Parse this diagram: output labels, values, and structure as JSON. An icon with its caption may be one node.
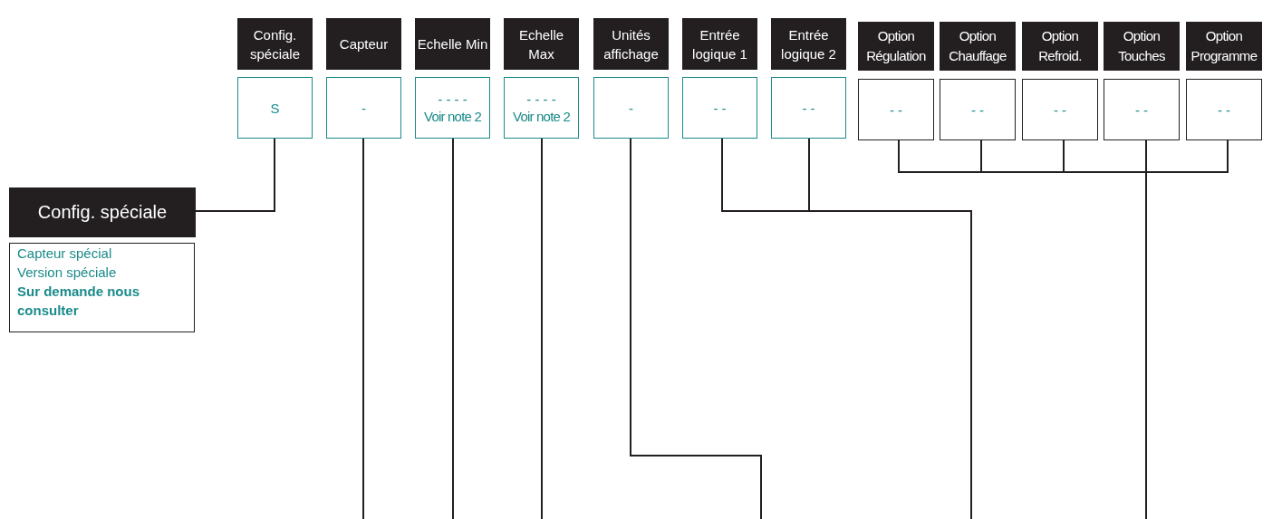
{
  "diagram": {
    "nodes": [
      {
        "text": [
          "Config. spéciale"
        ]
      },
      {
        "text": [
          "Capteur"
        ]
      },
      {
        "text": [
          "Echelle Min"
        ]
      },
      {
        "text": [
          "Echelle Max"
        ]
      },
      {
        "text": [
          "Unités affichage"
        ]
      },
      {
        "text": [
          "Entrée logique 1"
        ]
      },
      {
        "text": [
          "Entrée logique 2"
        ]
      },
      {
        "text": [
          "Option Régulation"
        ]
      },
      {
        "text": [
          "Option Chauffage"
        ]
      },
      {
        "text": [
          "Option Refroid."
        ]
      },
      {
        "text": [
          "Option Touches"
        ]
      },
      {
        "text": [
          "Option Programme"
        ]
      },
      {
        "text": [
          "S"
        ]
      },
      {
        "text": [
          "-"
        ]
      },
      {
        "text": [
          "- - - -",
          "Voir note 2"
        ]
      },
      {
        "text": [
          "- - - -",
          "Voir note 2"
        ]
      },
      {
        "text": [
          "-"
        ]
      },
      {
        "text": [
          "- -"
        ]
      },
      {
        "text": [
          "- -"
        ]
      },
      {
        "text": [
          "- -"
        ]
      },
      {
        "text": [
          "- -"
        ]
      },
      {
        "text": [
          "- -"
        ]
      },
      {
        "text": [
          "- -"
        ]
      },
      {
        "text": [
          "- -"
        ]
      },
      {
        "text": [
          "Config. spéciale"
        ]
      },
      {
        "text": [
          "Capteur spécial",
          "Version spéciale",
          "Sur demande nous consulter"
        ]
      }
    ],
    "edges": [
      {
        "from": 12,
        "to": 24,
        "arrow": "none"
      },
      {
        "from": 13,
        "to": null,
        "arrow": "none"
      },
      {
        "from": 14,
        "to": null,
        "arrow": "none"
      },
      {
        "from": 15,
        "to": null,
        "arrow": "none"
      },
      {
        "from": 16,
        "to": null,
        "arrow": "none"
      },
      {
        "from": 17,
        "to": null,
        "arrow": "none"
      },
      {
        "from": 18,
        "to": null,
        "arrow": "none"
      },
      {
        "from": 19,
        "to": null,
        "arrow": "none"
      },
      {
        "from": 20,
        "to": null,
        "arrow": "none"
      },
      {
        "from": 21,
        "to": null,
        "arrow": "none"
      },
      {
        "from": 22,
        "to": null,
        "arrow": "none"
      },
      {
        "from": 23,
        "to": null,
        "arrow": "none"
      }
    ]
  }
}
